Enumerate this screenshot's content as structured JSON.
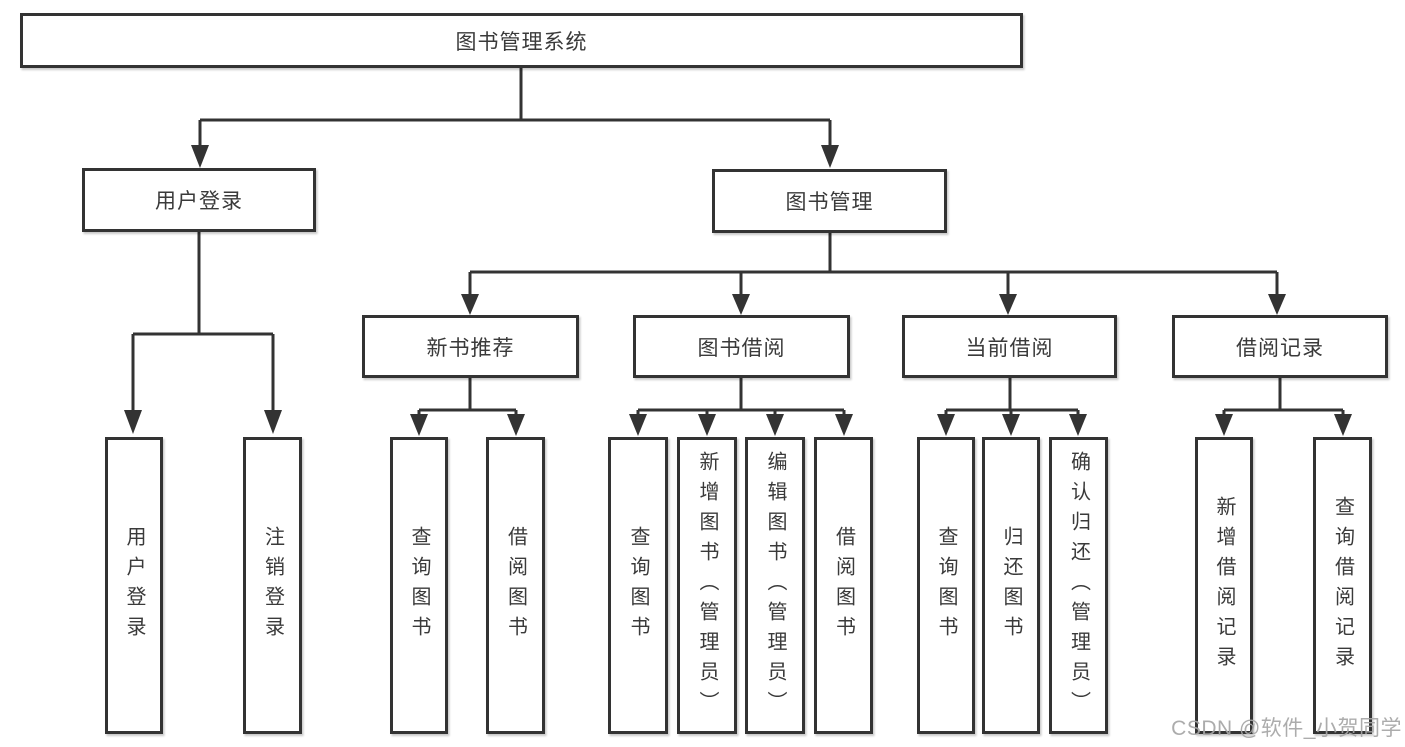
{
  "diagram": {
    "root": "图书管理系统",
    "branches": [
      {
        "label": "用户登录",
        "children": [
          "用户登录",
          "注销登录"
        ]
      },
      {
        "label": "图书管理",
        "groups": [
          {
            "label": "新书推荐",
            "children": [
              "查询图书",
              "借阅图书"
            ]
          },
          {
            "label": "图书借阅",
            "children": [
              "查询图书",
              "新增图书（管理员）",
              "编辑图书（管理员）",
              "借阅图书"
            ]
          },
          {
            "label": "当前借阅",
            "children": [
              "查询图书",
              "归还图书",
              "确认归还（管理员）"
            ]
          },
          {
            "label": "借阅记录",
            "children": [
              "新增借阅记录",
              "查询借阅记录"
            ]
          }
        ]
      }
    ]
  },
  "watermark": {
    "text": "CSDN @软件_小贺同学"
  },
  "colors": {
    "line": "#333333",
    "box_border": "#333333",
    "box_fill": "#ffffff",
    "text": "#3a3a3a",
    "watermark": "#a5a5a5",
    "background": "#ffffff"
  }
}
